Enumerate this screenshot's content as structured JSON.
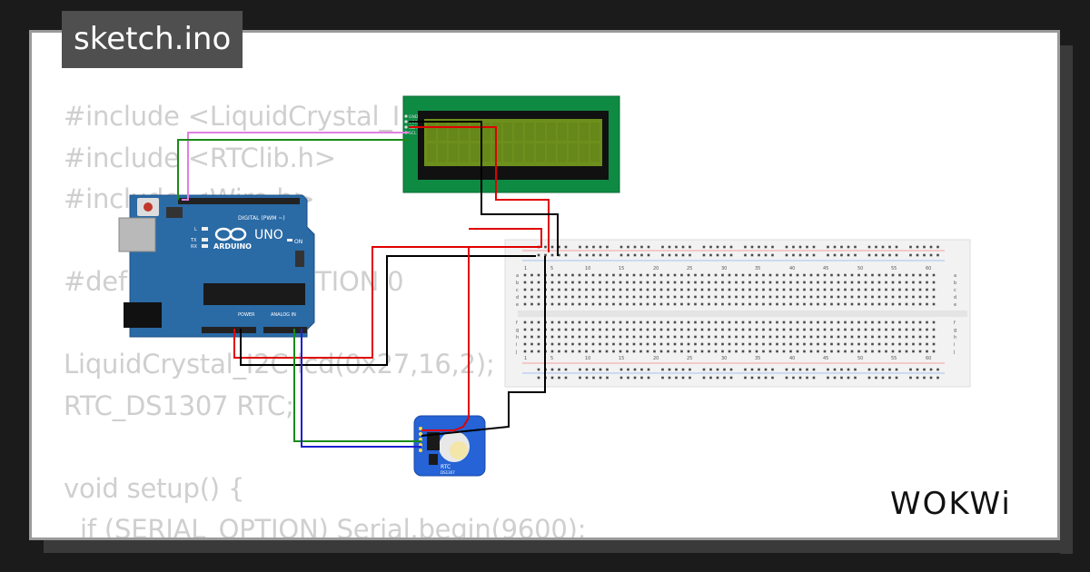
{
  "title": "sketch.ino",
  "code_lines": [
    "#include <LiquidCrystal_I",
    "#include <RTClib.h>",
    "#include <Wire.h>",
    "",
    "#define SERIAL_OPTION 0",
    "",
    "LiquidCrystal_I2C lcd(0x27,16,2);",
    "RTC_DS1307 RTC;",
    "",
    "void setup() {",
    "  if (SERIAL_OPTION) Serial.begin(9600);"
  ],
  "brand": "WOKWi",
  "arduino": {
    "model": "UNO",
    "brand": "ARDUINO",
    "digital_label": "DIGITAL (PWM ~)",
    "analog_label": "ANALOG IN",
    "power_label": "POWER",
    "on_label": "ON",
    "led_labels": [
      "L",
      "TX",
      "RX"
    ]
  },
  "rtc": {
    "label": "RTC",
    "chip": "DS1307"
  },
  "lcd": {
    "pins": [
      "GND",
      "VCC",
      "SDA",
      "SCL"
    ]
  },
  "breadboard": {
    "col_numbers": [
      "1",
      "5",
      "10",
      "15",
      "20",
      "25",
      "30",
      "35",
      "40",
      "45",
      "50",
      "55",
      "60"
    ],
    "row_letters_top": [
      "a",
      "b",
      "c",
      "d",
      "e"
    ],
    "row_letters_bottom": [
      "f",
      "g",
      "h",
      "i",
      "j"
    ]
  },
  "colors": {
    "background": "#1b1b1b",
    "code_text": "#cfcfcf",
    "arduino_blue": "#2a6aa5",
    "lcd_pcb": "#0e8a43",
    "lcd_screen": "#6d8f1c",
    "rtc_blue": "#2563d6",
    "wire_red": "#e00000",
    "wire_black": "#000000",
    "wire_green": "#1a8a1a",
    "wire_blue": "#1f1fd0",
    "wire_pink": "#e080e0"
  }
}
